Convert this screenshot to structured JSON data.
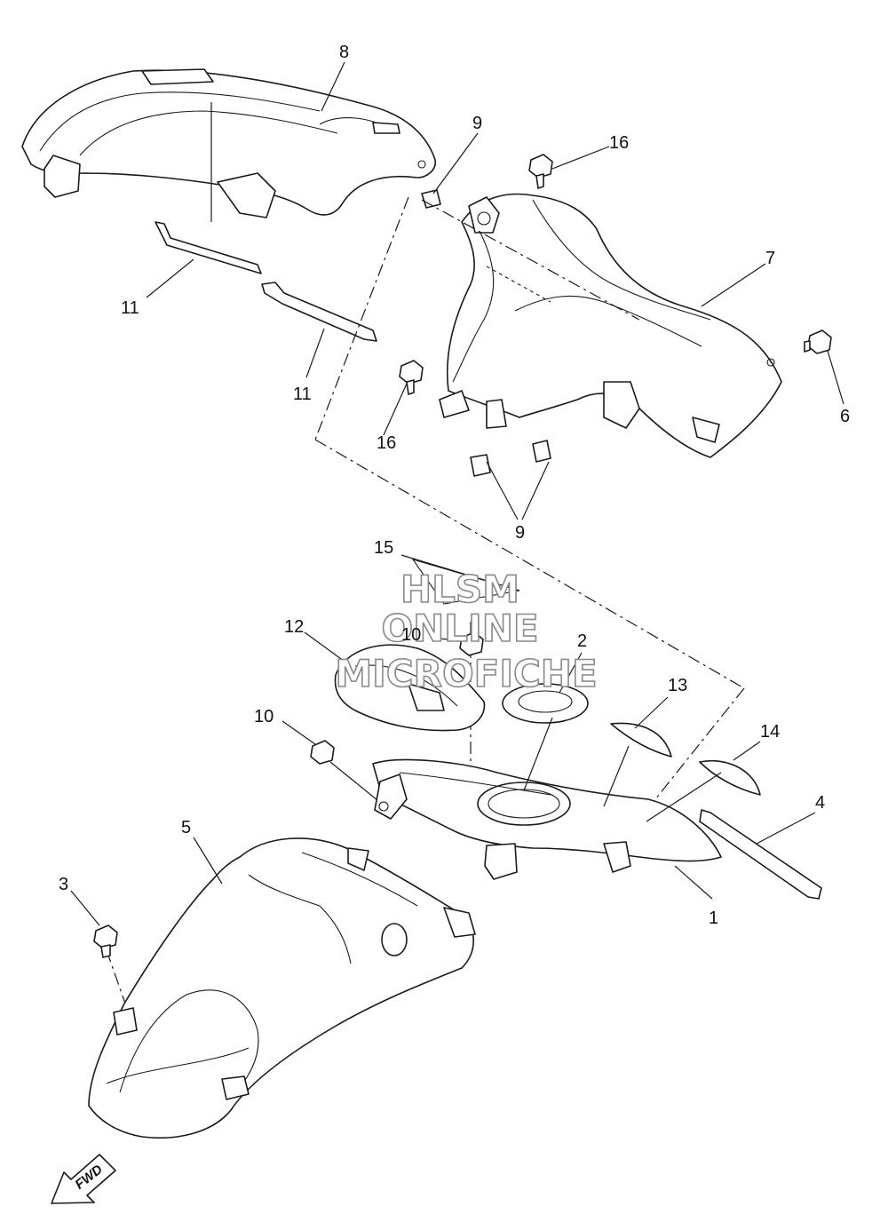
{
  "diagram": {
    "callouts": {
      "c1": "1",
      "c2": "2",
      "c3": "3",
      "c4": "4",
      "c5": "5",
      "c6": "6",
      "c7": "7",
      "c8": "8",
      "c9a": "9",
      "c9b": "9",
      "c10a": "10",
      "c10b": "10",
      "c11a": "11",
      "c11b": "11",
      "c12": "12",
      "c13": "13",
      "c14": "14",
      "c15": "15",
      "c16a": "16",
      "c16b": "16"
    },
    "fwd_label": "FWD"
  },
  "watermark": {
    "line1": "HLSM",
    "line2": "ONLINE",
    "line3": "MICROFICHE"
  }
}
